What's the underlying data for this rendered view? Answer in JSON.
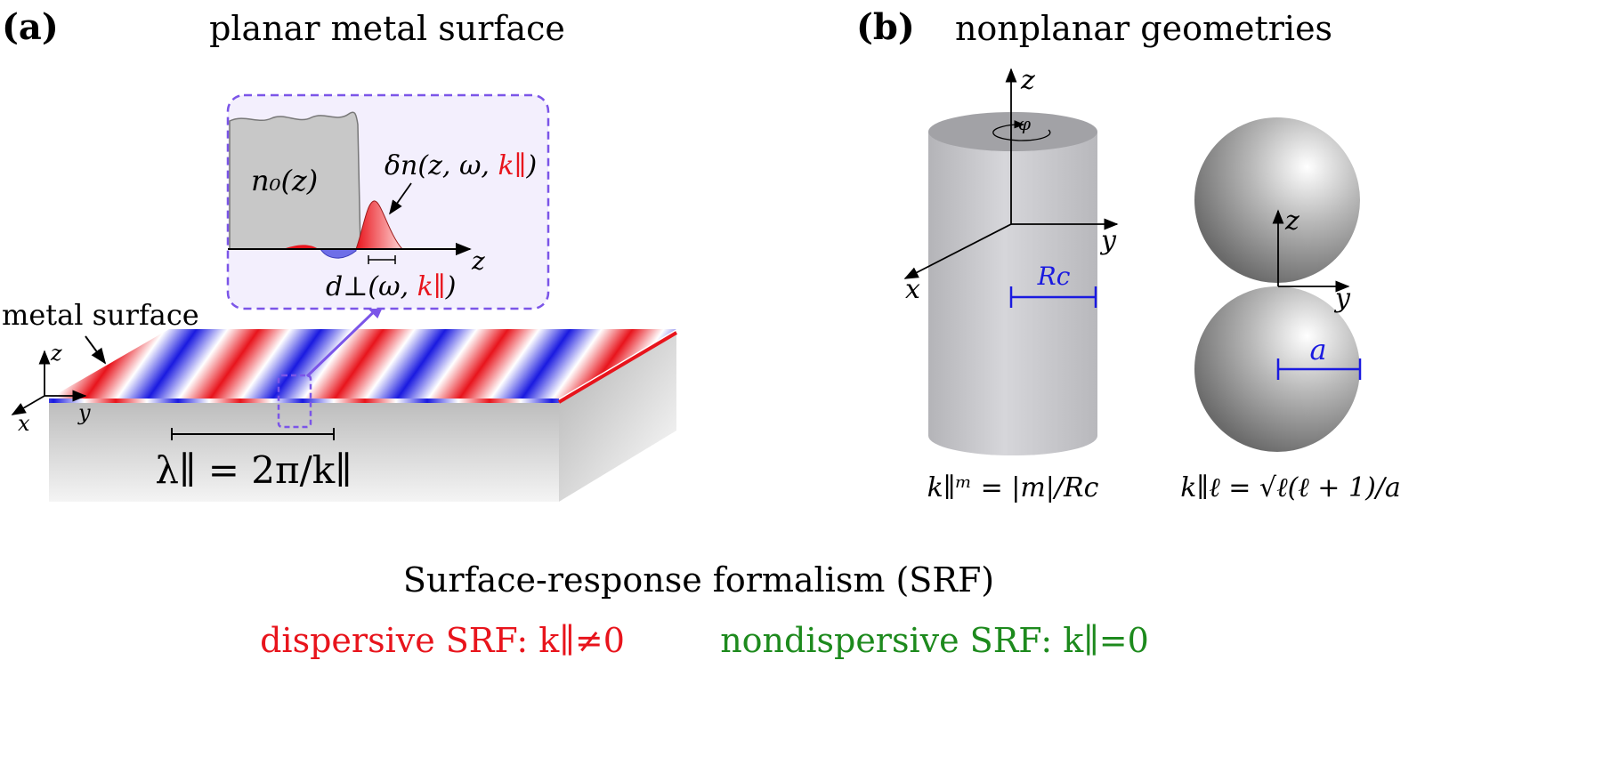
{
  "panel_a": {
    "letter": "(a)",
    "title": "planar metal surface",
    "label_metal_surface": "metal surface",
    "axes": {
      "z": "z",
      "x": "x",
      "y": "y"
    },
    "wavelength_label": "λ∥ = 2π/k∥",
    "inset": {
      "n0_label": "n₀(z)",
      "dn_label_prefix": "δn(z, ω, ",
      "dn_label_k": "k∥",
      "dn_label_suffix": ")",
      "axis_z": "z",
      "dperp_prefix": "d⊥(ω, ",
      "dperp_k": "k∥",
      "dperp_suffix": ")"
    }
  },
  "panel_b": {
    "letter": "(b)",
    "title": "nonplanar geometries",
    "cylinder": {
      "axis_z": "z",
      "axis_y": "y",
      "axis_x": "x",
      "phi": "φ",
      "radius_label": "Rc",
      "formula": "k∥ᵐ = |m|/Rc"
    },
    "spheres": {
      "axis_z": "z",
      "axis_y": "y",
      "radius_label": "a",
      "formula": "k∥ℓ = √ℓ(ℓ + 1)/a"
    }
  },
  "footer": {
    "title": "Surface-response formalism (SRF)",
    "dispersive": "dispersive SRF: k∥≠0",
    "nondispersive": "nondispersive SRF: k∥=0"
  },
  "colors": {
    "red": "#e8141c",
    "blue": "#1a1ae0",
    "green": "#1d8a1d",
    "inset_border": "#7b55e8",
    "inset_fill": "#f3effd"
  }
}
